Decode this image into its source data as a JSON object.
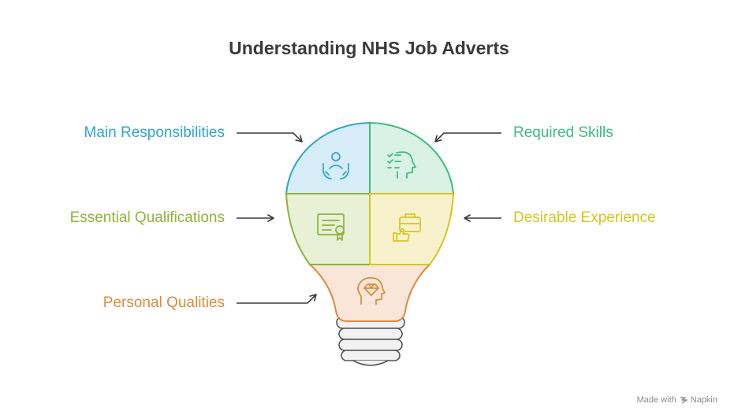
{
  "title": "Understanding NHS Job Adverts",
  "labels": {
    "main_responsibilities": "Main Responsibilities",
    "required_skills": "Required Skills",
    "essential_qualifications": "Essential Qualifications",
    "desirable_experience": "Desirable Experience",
    "personal_qualities": "Personal Qualities"
  },
  "colors": {
    "blue": "#2ea5cf",
    "green": "#3dbb7f",
    "olive": "#8db33a",
    "yellow": "#d7c520",
    "orange": "#dd8a3c",
    "arrow": "#3a3a3a"
  },
  "icons": {
    "main_responsibilities": "person-in-hands-icon",
    "required_skills": "head-checklist-icon",
    "essential_qualifications": "certificate-icon",
    "desirable_experience": "briefcase-thumbs-up-icon",
    "personal_qualities": "head-diamond-icon"
  },
  "footer": {
    "made_with": "Made with",
    "brand": "Napkin"
  }
}
